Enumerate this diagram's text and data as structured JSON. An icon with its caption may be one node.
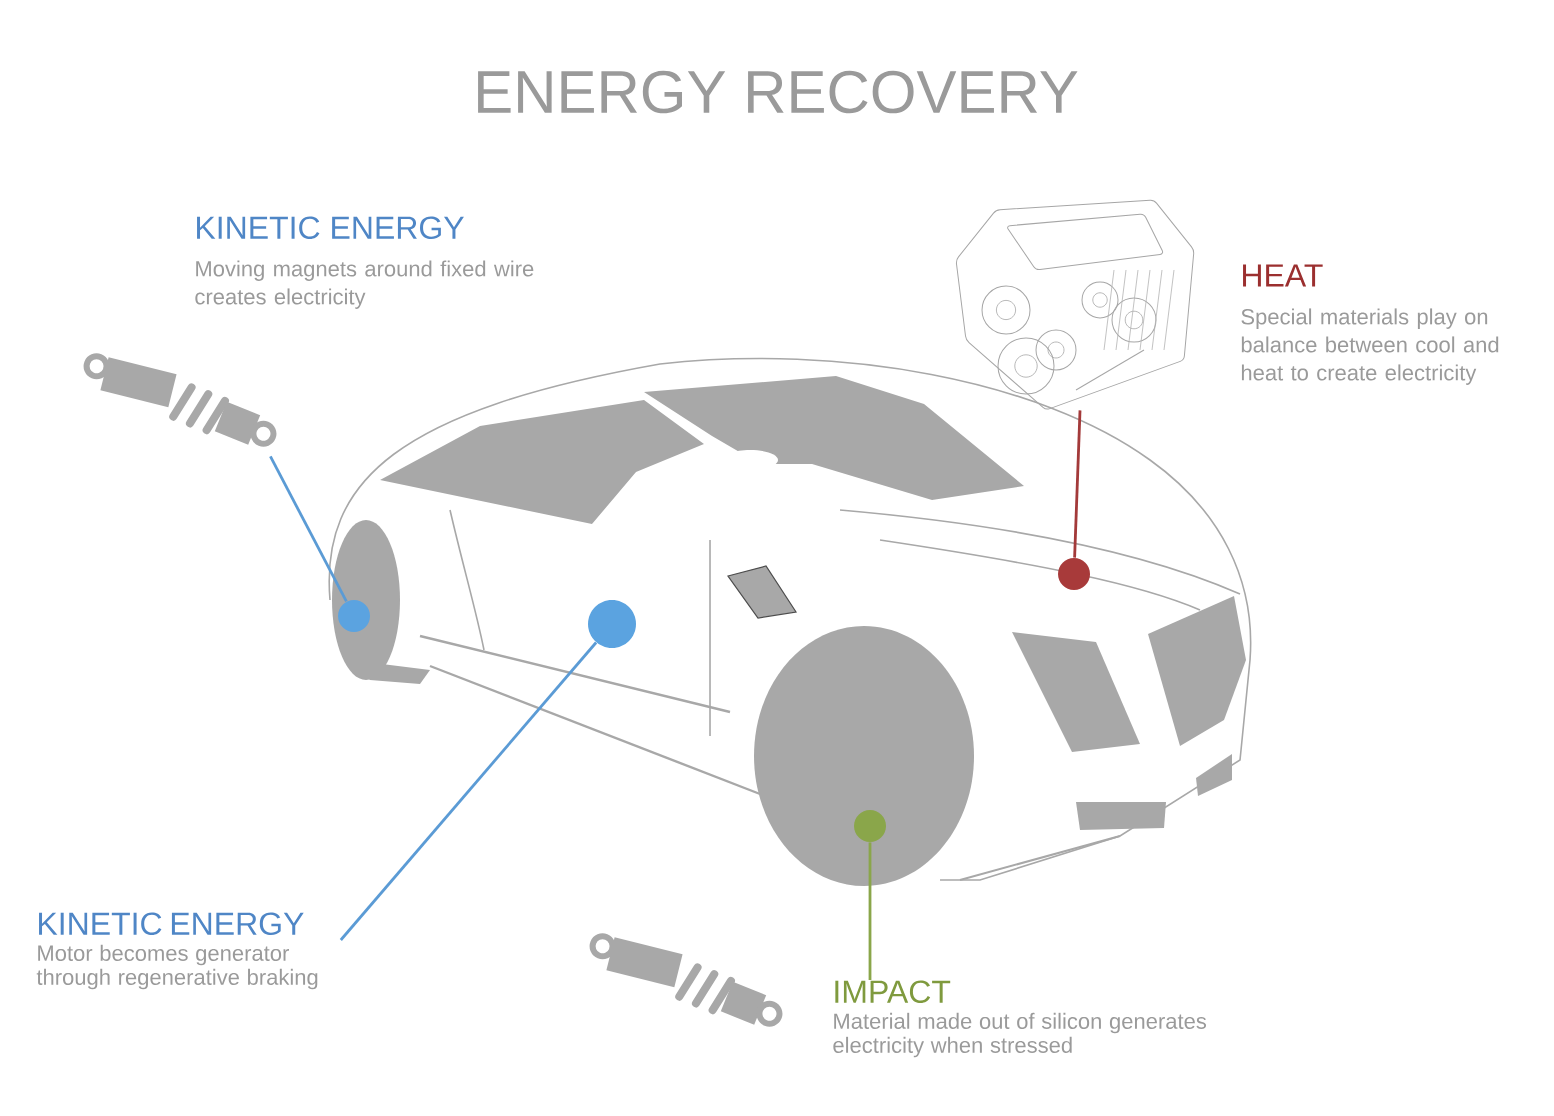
{
  "diagram": {
    "title": "ENERGY RECOVERY",
    "nodes": [
      {
        "text": [],
        "shape": "picture",
        "beside": [
          "KINETIC ENERGY",
          "Moving magnets around fixed wire creates electricity"
        ]
      },
      {
        "text": [],
        "shape": "circle"
      },
      {
        "text": [],
        "shape": "circle"
      },
      {
        "text": [
          "KINETIC ENERGY",
          "Motor becomes generator through regenerative braking"
        ]
      },
      {
        "text": [],
        "shape": "picture",
        "beside": [
          "HEAT",
          "Special materials play on balance between cool and heat to create electricity"
        ]
      },
      {
        "text": [],
        "shape": "circle"
      },
      {
        "text": [],
        "shape": "circle"
      },
      {
        "text": [
          "IMPACT",
          "Material made out of silicon generates electricity when stressed"
        ]
      },
      {
        "text": [],
        "shape": "picture"
      }
    ],
    "edges": [
      {
        "from": 0,
        "to": 1,
        "arrow": "none",
        "color": "#5b9bd5"
      },
      {
        "from": 3,
        "to": 2,
        "arrow": "none",
        "color": "#5b9bd5"
      },
      {
        "from": 4,
        "to": 5,
        "arrow": "none",
        "color": "#a33a3a"
      },
      {
        "from": 6,
        "to": 7,
        "arrow": "none",
        "color": "#8aa64a"
      }
    ]
  }
}
